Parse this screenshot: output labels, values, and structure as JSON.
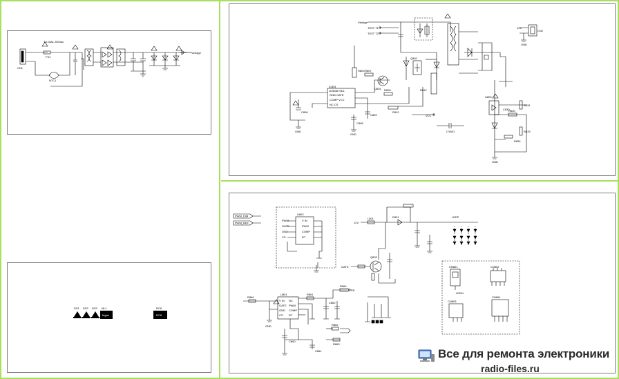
{
  "colors": {
    "frame": "#a6e05c",
    "panel_border": "#7a7a7a",
    "wire": "#000000",
    "watermark_text": "#2b2b2b"
  },
  "watermark": {
    "title": "Все для ремонта электроники",
    "subtitle": "radio-files.ru",
    "icon": "computer-icon"
  },
  "panel_input": {
    "labels": {
      "fuse_rating": "T3.15AL 250Vac",
      "fuse": "FS1",
      "connector": "CN1",
      "thermistor": "NTC1",
      "voltage_out": "Vbridge"
    }
  },
  "panel_flyback": {
    "labels": {
      "vbridge": "Vbridge",
      "test1": "TEST T1",
      "test2": "TEST T2",
      "controller": "IC801",
      "controller_part": "LD5580 SDL",
      "pin_gnd_gate": "GND GATE",
      "pin_comp_vcc": "COMP VCC",
      "pin_nc_cs": "NC CS",
      "q801": "Q801",
      "q802": "Q802",
      "r_a": "R803",
      "r_b": "R807",
      "r_c": "R812",
      "r_d": "R808",
      "r_e": "R810",
      "c_a": "C806",
      "c_b": "C808",
      "c_c": "C809",
      "vcc": "VCC",
      "out_12v": "12V",
      "out_r1": "R830",
      "out_r2": "R831",
      "out_r3": "R833",
      "out_r4": "R834",
      "out_c1": "C830",
      "conn": "CN2",
      "gnd1": "GND",
      "gnd2": "GND",
      "gnd3": "GND",
      "gnd4": "GND",
      "ic_tl": "U803",
      "cy": "CY801"
    }
  },
  "panel_logo": {
    "items": [
      "DS1",
      "DS2",
      "DS3",
      "ML1",
      "RC8"
    ],
    "badges": [
      "Mgter",
      "RC8"
    ]
  },
  "panel_backlight": {
    "labels": {
      "pwm_dim": "PWM_DIM",
      "pwm_ref": "PWM_REF",
      "ic_top": "U802",
      "ic_top_pins_l": [
        "PWM",
        "GATE",
        "GND",
        "CS"
      ],
      "ic_top_pins_r": [
        "V IN",
        "PWM",
        "COMP",
        "RT"
      ],
      "ic_bottom": "U801",
      "ic_bottom_pins_l": [
        "V IN",
        "GATE",
        "GND",
        "CS"
      ],
      "ic_bottom_pins_r": [
        "NC",
        "PWM",
        "COMP",
        "RT"
      ],
      "v12": "12V",
      "l_main": "L801",
      "d_main": "D801",
      "gate": "GATE",
      "q_main": "Q803",
      "ledp": "LEDP",
      "ledn": "LEDN",
      "conn_a": "CN801",
      "conn_b": "CN802",
      "conn_c": "CN803",
      "conn_d": "CN804",
      "r_a": "R860",
      "r_b": "R861",
      "r_c": "R862",
      "r_d": "R863",
      "c_a": "C860",
      "c_b": "C861",
      "c_c": "C862",
      "gnd": "GND",
      "fb": "FB",
      "r_bias": "R864"
    }
  }
}
